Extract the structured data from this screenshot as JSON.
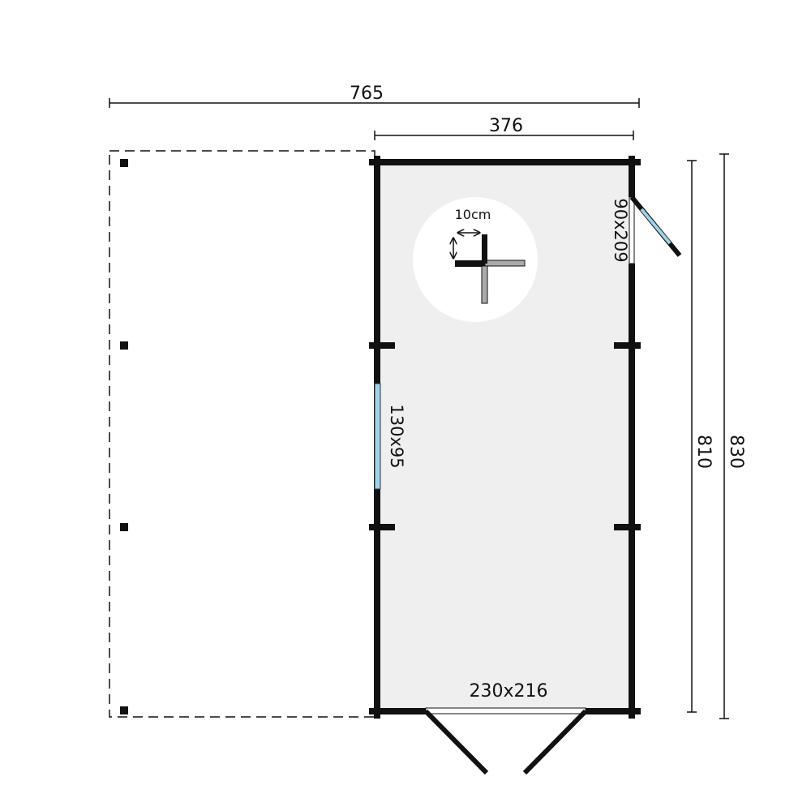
{
  "dimensions": {
    "total_width": "765",
    "cabin_width": "376",
    "inner_depth": "810",
    "total_depth": "830"
  },
  "openings": {
    "side_window": "130x95",
    "side_door": "90x209",
    "double_door": "230x216"
  },
  "legend": {
    "wall_thickness": "10cm"
  },
  "colors": {
    "floor": "#efefef",
    "glass": "#9fd3ea",
    "wall": "#111111"
  }
}
